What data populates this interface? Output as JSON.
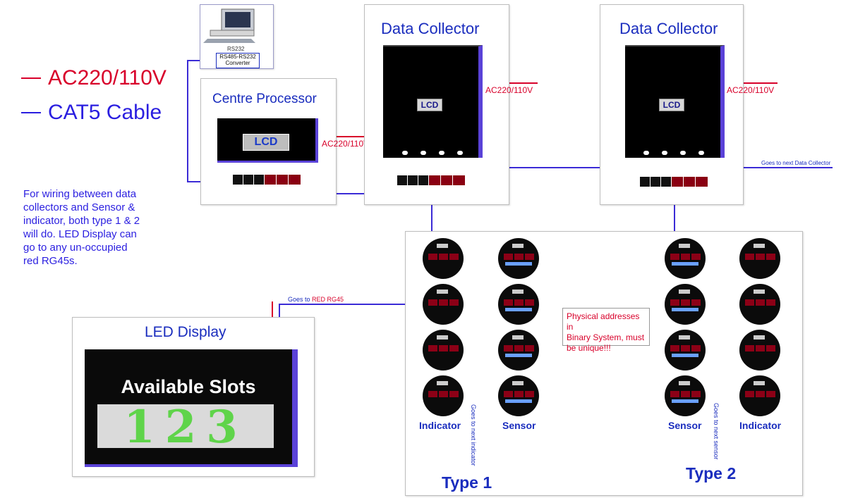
{
  "legend": {
    "ac_label": "AC220/110V",
    "cat5_label": "CAT5 Cable",
    "ac_color": "#d8002a",
    "cat5_color": "#2a1ee0"
  },
  "note": {
    "lines": [
      "For wiring between data",
      "collectors and Sensor &",
      "indicator, both type 1 & 2",
      "will do. LED Display can",
      "go to any un-occupied",
      "red RG45s."
    ]
  },
  "pc": {
    "rs232": "RS232",
    "converter_line1": "RS485-RS232",
    "converter_line2": "Converter"
  },
  "centre_processor": {
    "title": "Centre Processor",
    "lcd": "LCD",
    "power": "AC220/110V"
  },
  "collector1": {
    "title": "Data Collector",
    "lcd": "LCD",
    "power": "AC220/110V"
  },
  "collector2": {
    "title": "Data Collector",
    "lcd": "LCD",
    "power": "AC220/110V",
    "next": "Goes to next Data Collector"
  },
  "led_display": {
    "title": "LED Display",
    "sign_title": "Available Slots",
    "count": "123",
    "link_prefix": "Goes to ",
    "link_highlight": "RED RG45",
    "digit_color": "#5fd44a"
  },
  "note_box": {
    "lines": [
      "Physical addresses in",
      "Binary System, must",
      "be unique!!!"
    ]
  },
  "type1": {
    "label": "Type 1",
    "left_col": "Indicator",
    "right_col": "Sensor",
    "next": "Goes to next indicator"
  },
  "type2": {
    "label": "Type 2",
    "left_col": "Sensor",
    "right_col": "Indicator",
    "next": "Goes to next sensor"
  }
}
